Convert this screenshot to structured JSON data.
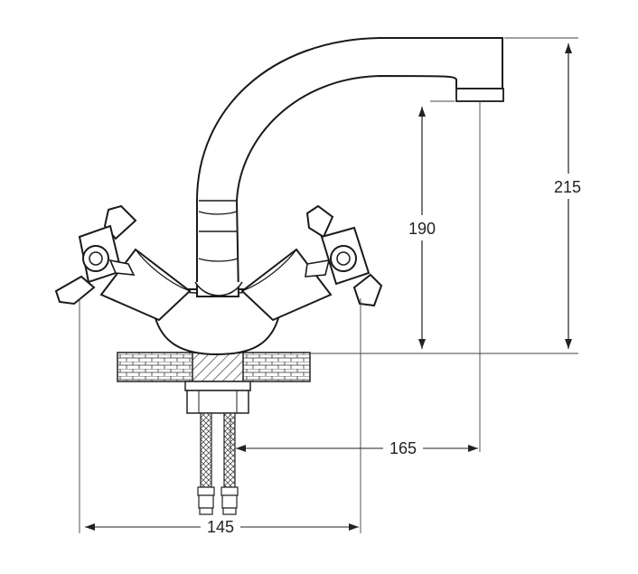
{
  "dimensions": {
    "total_height": "215",
    "spout_height": "190",
    "spout_reach": "165",
    "handle_span": "145"
  },
  "colors": {
    "line": "#1a1a1a",
    "dim_line": "#222222",
    "background": "#ffffff"
  }
}
